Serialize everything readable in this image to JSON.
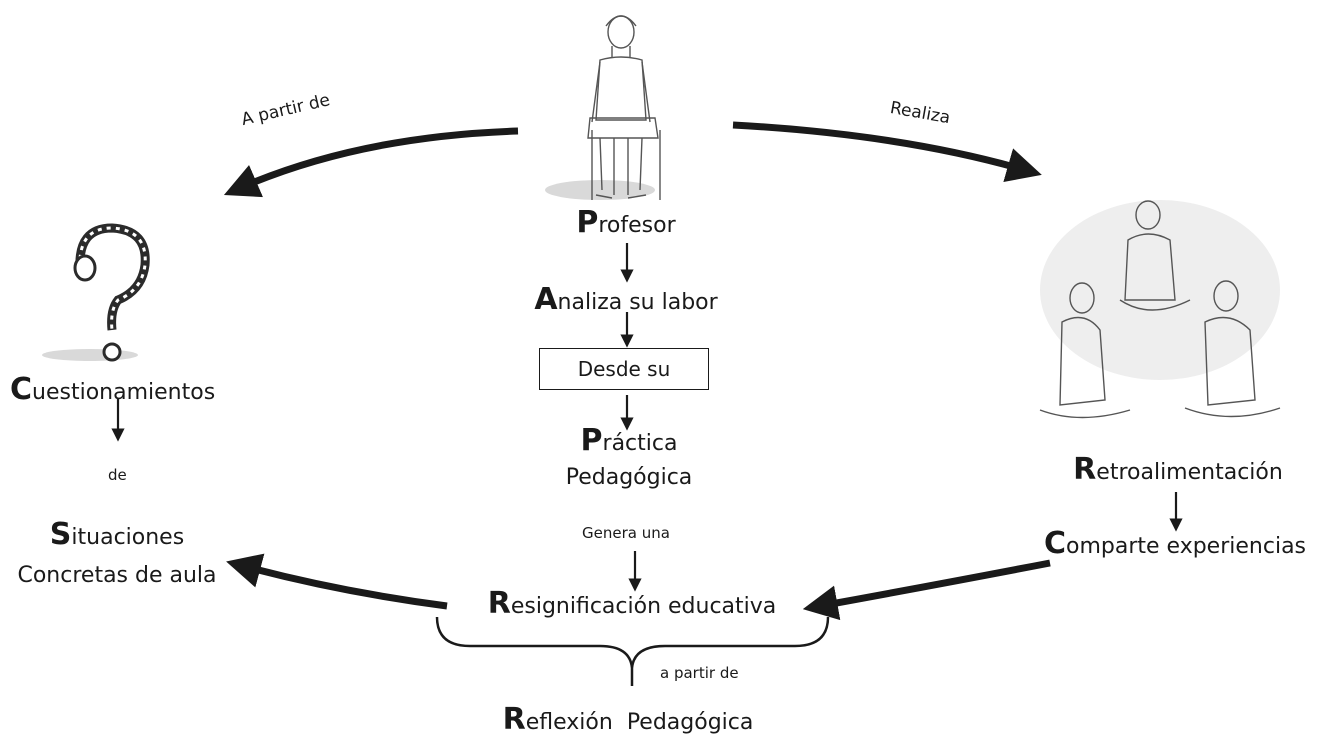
{
  "nodes": {
    "profesor": {
      "initial": "P",
      "rest": "rofesor"
    },
    "analiza": {
      "initial": "A",
      "rest": "naliza su labor"
    },
    "desde": {
      "text": "Desde su"
    },
    "practica": {
      "initial": "P",
      "rest": "ráctica",
      "line2": "Pedagógica"
    },
    "genera": {
      "text": "Genera una"
    },
    "resignificacion": {
      "initial": "R",
      "rest": "esignificación educativa"
    },
    "a_partir_bottom": {
      "text": "a partir de"
    },
    "reflexion": {
      "initial": "R",
      "rest": "eflexión  Pedagógica"
    },
    "cuestionamientos": {
      "initial": "C",
      "rest": "uestionamientos"
    },
    "de": {
      "text": "de"
    },
    "situaciones": {
      "initial": "S",
      "rest": "ituaciones",
      "line2": "Concretas de aula"
    },
    "retroalimentacion": {
      "initial": "R",
      "rest": "etroalimentación"
    },
    "comparte": {
      "initial": "C",
      "rest": "omparte experiencias"
    }
  },
  "arrow_labels": {
    "left": "A partir de",
    "right": "Realiza"
  },
  "icons": {
    "teacher": "seated-teacher-illustration",
    "question": "question-mark-icon",
    "group": "seated-group-illustration"
  },
  "colors": {
    "ink": "#1a1a1a",
    "sketch": "#555555",
    "shadow": "#d9d9d9"
  }
}
